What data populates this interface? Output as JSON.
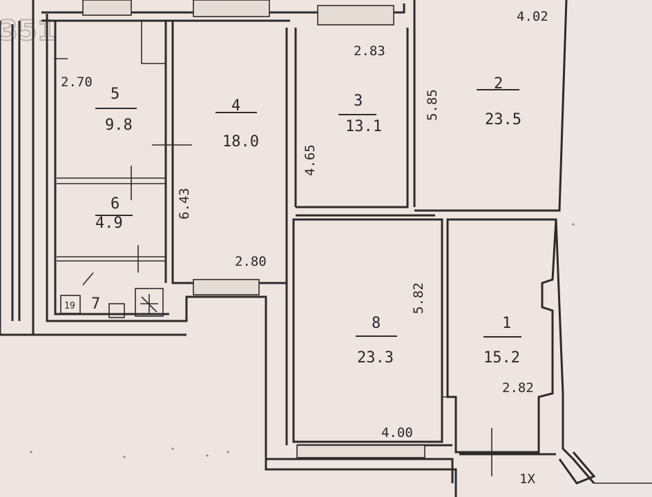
{
  "watermark": "351",
  "rooms": [
    {
      "id": "1",
      "number": "1",
      "area": "15.2"
    },
    {
      "id": "2",
      "number": "2",
      "area": "23.5"
    },
    {
      "id": "3",
      "number": "3",
      "area": "13.1"
    },
    {
      "id": "4",
      "number": "4",
      "area": "18.0"
    },
    {
      "id": "5",
      "number": "5",
      "area": "9.8"
    },
    {
      "id": "6",
      "number": "6",
      "area": "4.9"
    },
    {
      "id": "7",
      "number": "7",
      "area": ""
    },
    {
      "id": "8",
      "number": "8",
      "area": "23.3"
    }
  ],
  "dimensions": {
    "room2_top": "4.02",
    "room3_top": "2.83",
    "room2_side": "5.85",
    "room3_side": "4.65",
    "room5_top": "2.70",
    "room4_side": "6.43",
    "room4_bottom": "2.80",
    "room8_side": "5.82",
    "room8_bottom": "4.00",
    "room1_side": "2.82"
  },
  "fixtures": {
    "bath_label": "19",
    "stair_label": "1X"
  },
  "colors": {
    "paper": "#efe5e0",
    "ink": "#2e2a2c"
  }
}
